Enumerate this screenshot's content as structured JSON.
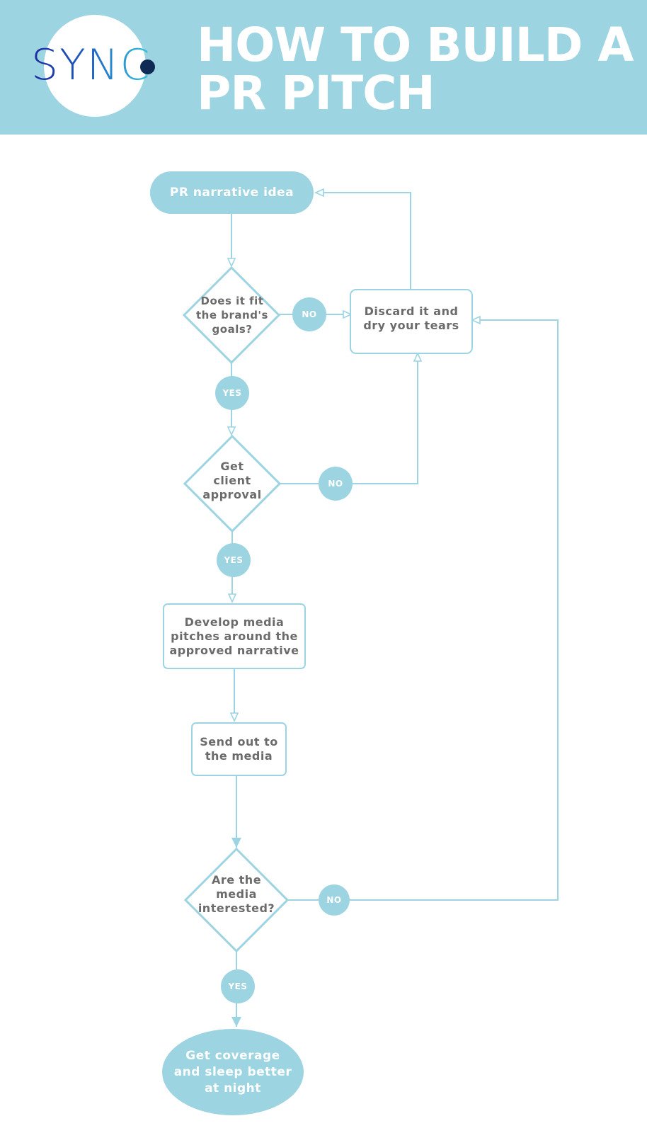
{
  "header": {
    "logo_text": "SYNC",
    "title_line1": "HOW TO BUILD A",
    "title_line2": "PR PITCH"
  },
  "colors": {
    "accent": "#9dd4e2",
    "text": "#6b6b6b",
    "logo_dark": "#0f2a55"
  },
  "nodes": {
    "start": "PR narrative idea",
    "fit_goals": "Does it fit the brand's goals?",
    "discard": "Discard it and dry your tears",
    "client_approval": "Get client approval",
    "develop_pitches": "Develop media pitches around the approved narrative",
    "send_media": "Send out to the media",
    "media_interested": "Are the media interested?",
    "end": "Get coverage and sleep better at night"
  },
  "labels": {
    "fit_no": "NO",
    "fit_yes": "YES",
    "approval_no": "NO",
    "approval_yes": "YES",
    "interested_no": "NO",
    "interested_yes": "YES"
  }
}
